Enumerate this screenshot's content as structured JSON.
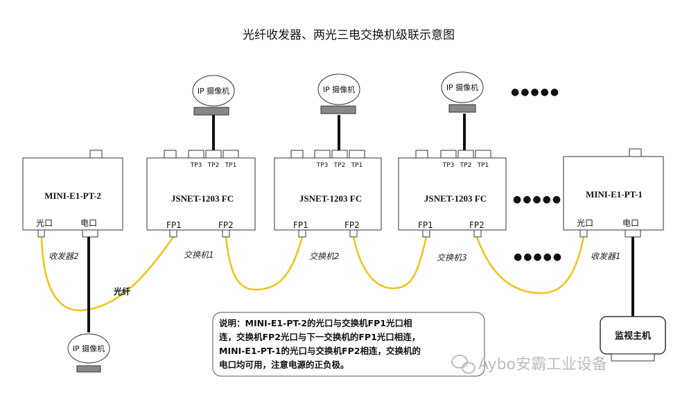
{
  "title": "光纤收发器、两光三电交换机级联示意图",
  "camera_label": "IP 摄像机",
  "host_label": "监视主机",
  "transceiver2": {
    "model": "MINI-E1-PT-2",
    "port_fiber": "光口",
    "port_elec": "电口",
    "caption": "收发器2",
    "minus": "−",
    "plus": "+"
  },
  "transceiver1": {
    "model": "MINI-E1-PT-1",
    "port_fiber": "光口",
    "port_elec": "电口",
    "caption": "收发器1",
    "minus": "−",
    "plus": "+"
  },
  "switches": [
    {
      "model": "JSNET-1203 FC",
      "caption": "交换机1",
      "fp1": "FP1",
      "fp2": "FP2",
      "tp3": "TP3",
      "tp2": "TP2",
      "tp1": "TP1",
      "minus": "−",
      "plus": "+"
    },
    {
      "model": "JSNET-1203 FC",
      "caption": "交换机2",
      "fp1": "FP1",
      "fp2": "FP2",
      "tp3": "TP3",
      "tp2": "TP2",
      "tp1": "TP1",
      "minus": "−",
      "plus": "+"
    },
    {
      "model": "JSNET-1203 FC",
      "caption": "交换机3",
      "fp1": "FP1",
      "fp2": "FP2",
      "tp3": "TP3",
      "tp2": "TP2",
      "tp1": "TP1",
      "minus": "−",
      "plus": "+"
    }
  ],
  "fiber_label": "光纤",
  "ellipsis": "●●●●●",
  "note_lines": [
    "说明：MINI-E1-PT-2的光口与交换机FP1光口相",
    "连，交换机FP2光口与下一交换机的FP1光口相连，",
    "MINI-E1-PT-1的光口与交换机FP2相连，交换机的",
    "电口均可用，注意电源的正负极。"
  ],
  "watermark": "Aybo安霸工业设备",
  "colors": {
    "fiber": "#f0c419",
    "cable": "#111111",
    "base": "#888888",
    "border": "#333333"
  }
}
